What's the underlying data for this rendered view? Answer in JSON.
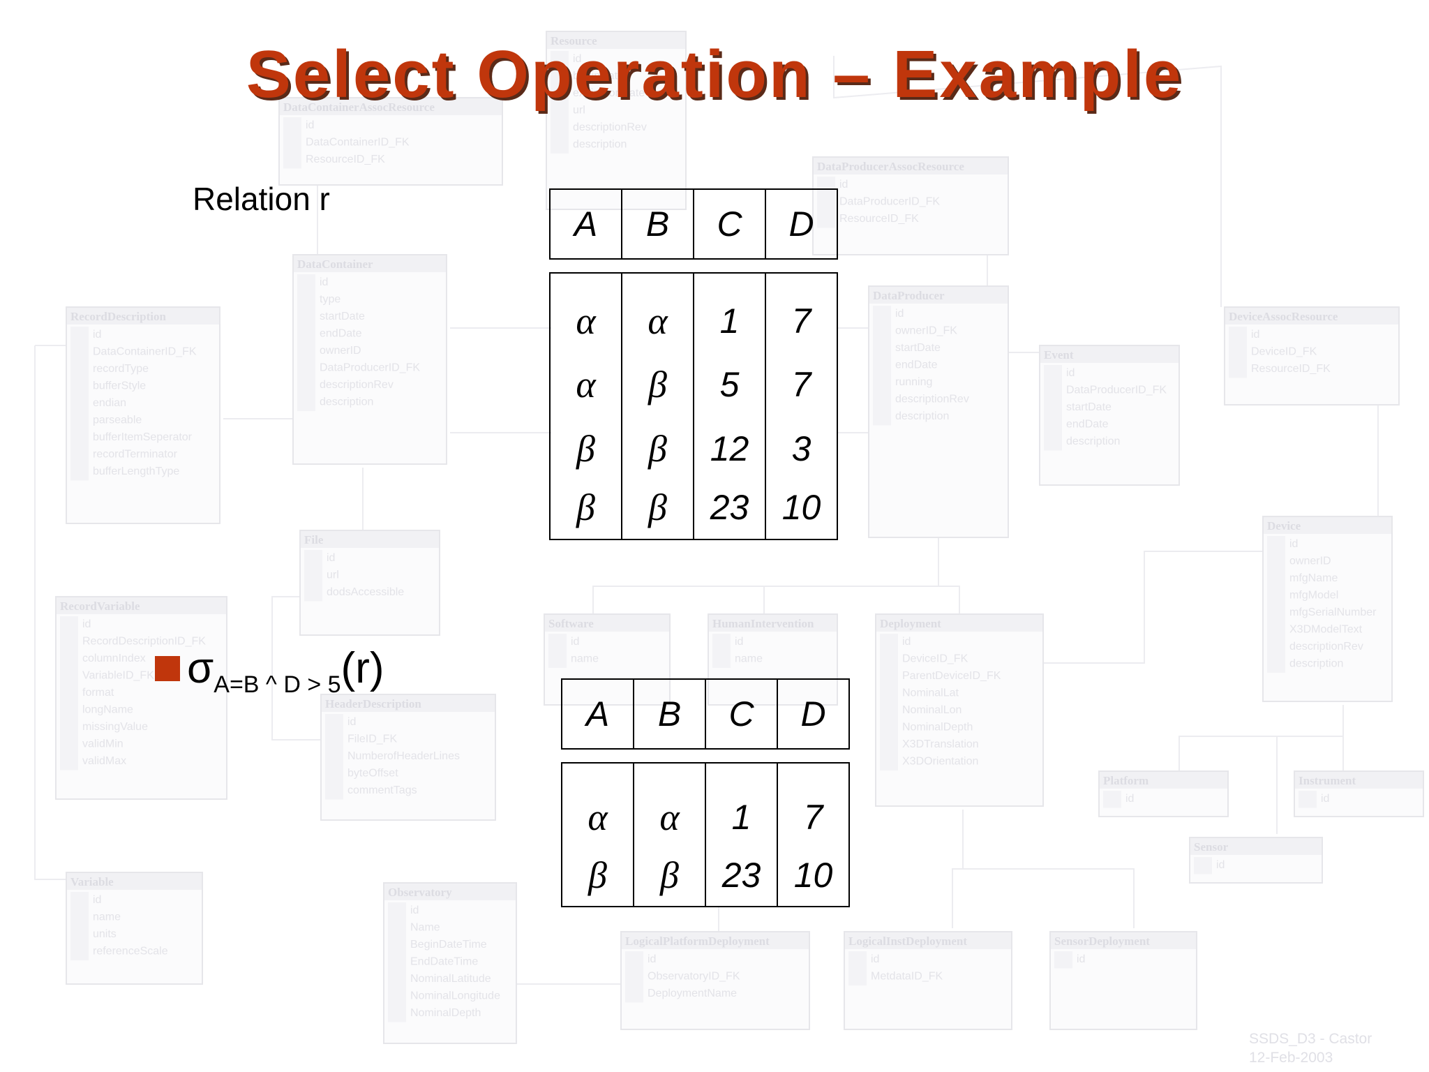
{
  "slide": {
    "title": "Select Operation – Example",
    "relation_label": "Relation r",
    "bullet": {
      "symbol": "σ",
      "condition": "A=B ^ D > 5",
      "argument": "(r)"
    },
    "colors": {
      "title": "#c0360c",
      "bullet": "#c0360c"
    }
  },
  "relation_r": {
    "columns": [
      "A",
      "B",
      "C",
      "D"
    ],
    "rows": [
      [
        "α",
        "α",
        "1",
        "7"
      ],
      [
        "α",
        "β",
        "5",
        "7"
      ],
      [
        "β",
        "β",
        "12",
        "3"
      ],
      [
        "β",
        "β",
        "23",
        "10"
      ]
    ]
  },
  "result": {
    "columns": [
      "A",
      "B",
      "C",
      "D"
    ],
    "rows": [
      [
        "α",
        "α",
        "1",
        "7"
      ],
      [
        "β",
        "β",
        "23",
        "10"
      ]
    ]
  },
  "background_diagram": {
    "tables": [
      {
        "title": "DataContainerAssocResource",
        "fields": [
          "id",
          "DataContainerID_FK",
          "ResourceID_FK"
        ]
      },
      {
        "title": "Resource",
        "fields": [
          "id",
          "beginDate",
          "expirationDate",
          "url",
          "descriptionRev",
          "description"
        ]
      },
      {
        "title": "DataProducerAssocResource",
        "fields": [
          "id",
          "DataProducerID_FK",
          "ResourceID_FK"
        ]
      },
      {
        "title": "DataContainer",
        "fields": [
          "id",
          "type",
          "startDate",
          "endDate",
          "ownerID",
          "DataProducerID_FK",
          "descriptionRev",
          "description"
        ]
      },
      {
        "title": "RecordDescription",
        "fields": [
          "id",
          "DataContainerID_FK",
          "recordType",
          "bufferStyle",
          "endian",
          "parseable",
          "bufferItemSeperator",
          "recordTerminator",
          "bufferLengthType"
        ]
      },
      {
        "title": "DataProducer",
        "fields": [
          "id",
          "ownerID_FK",
          "startDate",
          "endDate",
          "running",
          "descriptionRev",
          "description"
        ]
      },
      {
        "title": "Event",
        "fields": [
          "id",
          "DataProducerID_FK",
          "startDate",
          "endDate",
          "description"
        ]
      },
      {
        "title": "DeviceAssocResource",
        "fields": [
          "id",
          "DeviceID_FK",
          "ResourceID_FK"
        ]
      },
      {
        "title": "File",
        "fields": [
          "id",
          "url",
          "dodsAccessible"
        ]
      },
      {
        "title": "RecordVariable",
        "fields": [
          "id",
          "RecordDescriptionID_FK",
          "columnIndex",
          "VariableID_FK",
          "format",
          "longName",
          "missingValue",
          "validMin",
          "validMax"
        ]
      },
      {
        "title": "HeaderDescription",
        "fields": [
          "id",
          "FileID_FK",
          "NumberofHeaderLines",
          "byteOffset",
          "commentTags"
        ]
      },
      {
        "title": "Software",
        "fields": [
          "id",
          "name"
        ]
      },
      {
        "title": "HumanIntervention",
        "fields": [
          "id",
          "name"
        ]
      },
      {
        "title": "Deployment",
        "fields": [
          "id",
          "DeviceID_FK",
          "ParentDeviceID_FK",
          "NominalLat",
          "NominalLon",
          "NominalDepth",
          "X3DTranslation",
          "X3DOrientation"
        ]
      },
      {
        "title": "Device",
        "fields": [
          "id",
          "ownerID",
          "mfgName",
          "mfgModel",
          "mfgSerialNumber",
          "X3DModelText",
          "descriptionRev",
          "description"
        ]
      },
      {
        "title": "Platform",
        "fields": [
          "id"
        ]
      },
      {
        "title": "Instrument",
        "fields": [
          "id"
        ]
      },
      {
        "title": "Sensor",
        "fields": [
          "id"
        ]
      },
      {
        "title": "Variable",
        "fields": [
          "id",
          "name",
          "units",
          "referenceScale"
        ]
      },
      {
        "title": "Observatory",
        "fields": [
          "id",
          "Name",
          "BeginDateTime",
          "EndDateTime",
          "NominalLatitude",
          "NominalLongitude",
          "NominalDepth"
        ]
      },
      {
        "title": "LogicalPlatformDeployment",
        "fields": [
          "id",
          "ObservatoryID_FK",
          "DeploymentName"
        ]
      },
      {
        "title": "LogicalInstDeployment",
        "fields": [
          "id",
          "MetdataID_FK"
        ]
      },
      {
        "title": "SensorDeployment",
        "fields": [
          "id"
        ]
      }
    ],
    "footer": [
      "SSDS_D3 - Castor",
      "12-Feb-2003"
    ]
  }
}
